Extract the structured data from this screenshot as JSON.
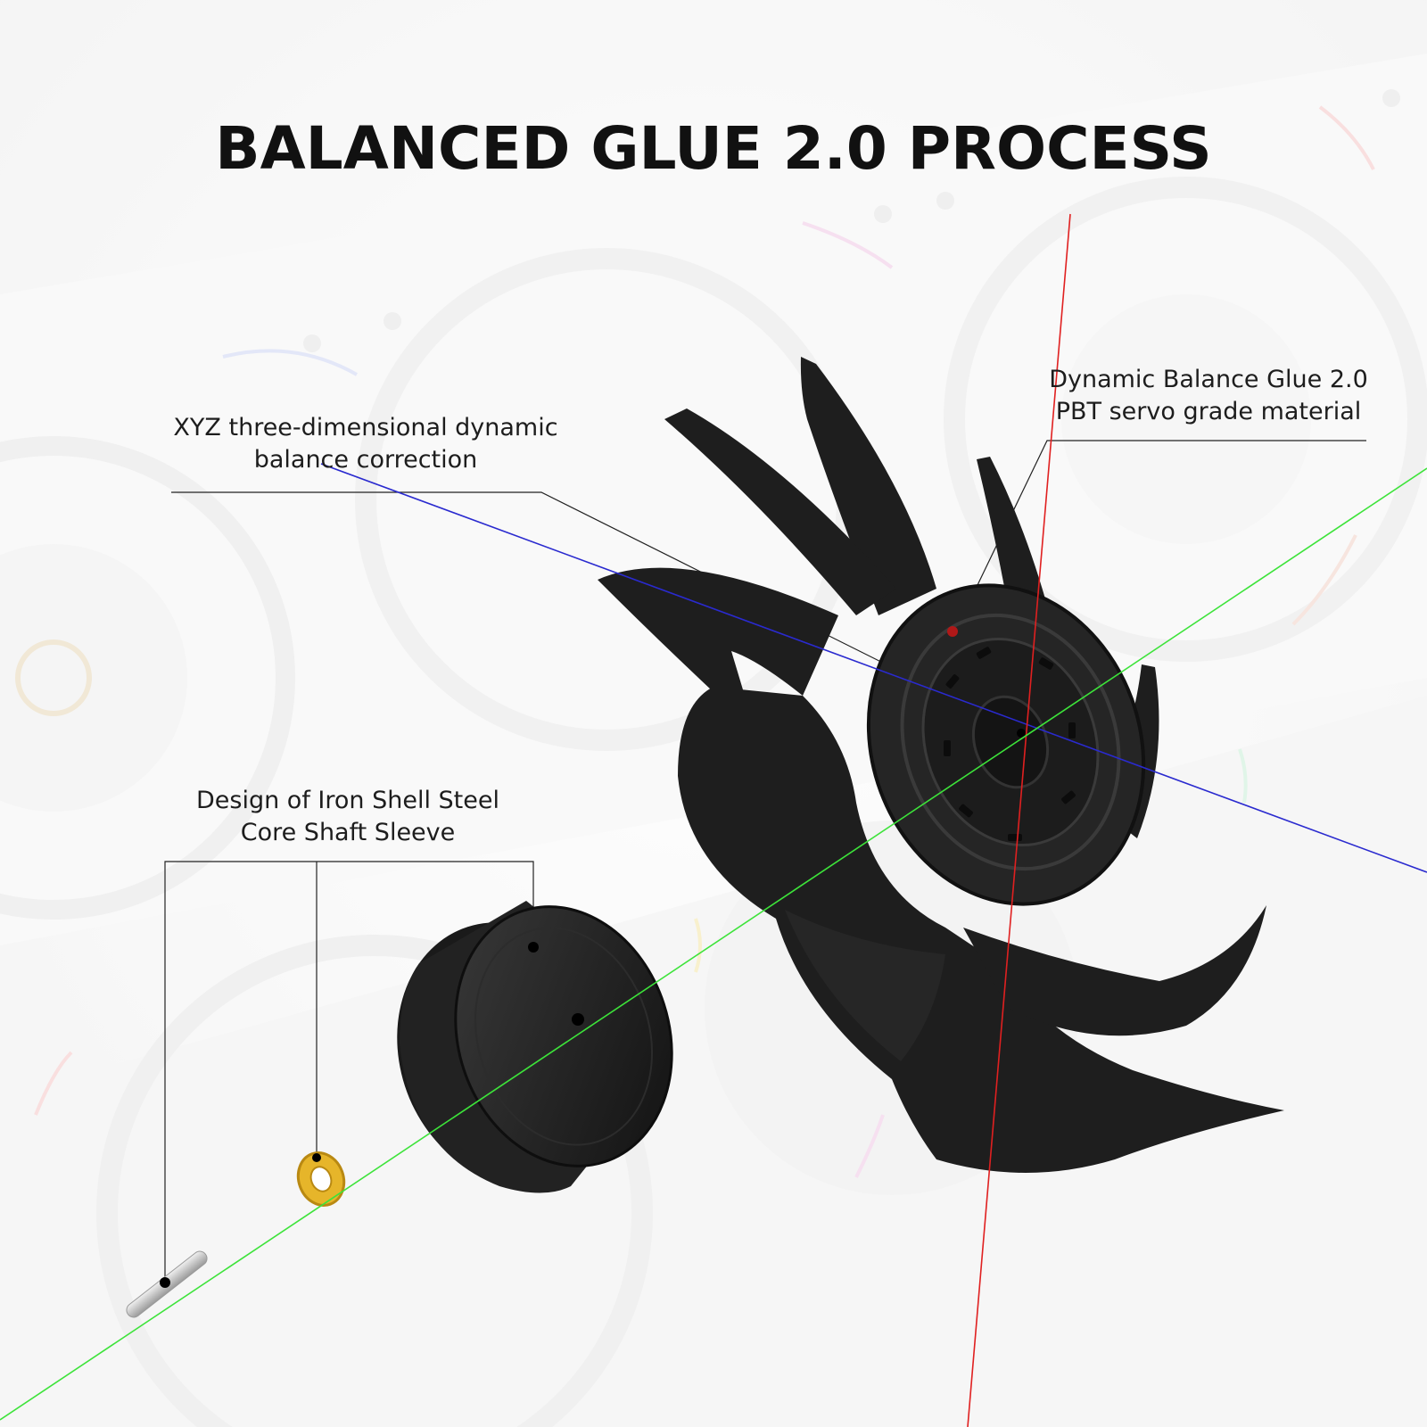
{
  "title": "BALANCED GLUE 2.0 PROCESS",
  "callouts": {
    "xyz": {
      "line1": "XYZ three-dimensional dynamic",
      "line2": "balance correction"
    },
    "glue": {
      "line1": "Dynamic Balance Glue 2.0",
      "line2": "PBT servo grade material"
    },
    "shaft": {
      "line1": "Design of Iron Shell Steel",
      "line2": "Core Shaft Sleeve"
    }
  },
  "colors": {
    "title": "#111111",
    "fan_body": "#1e1e1e",
    "axis_x": "#2a2acf",
    "axis_y": "#e02020",
    "axis_z": "#3de33a",
    "bearing_ring": "#e6b52a",
    "shaft": "#c8c8c8"
  },
  "icons": [
    "fan-impeller-icon",
    "motor-cap-icon",
    "bearing-ring-icon",
    "steel-shaft-icon"
  ]
}
